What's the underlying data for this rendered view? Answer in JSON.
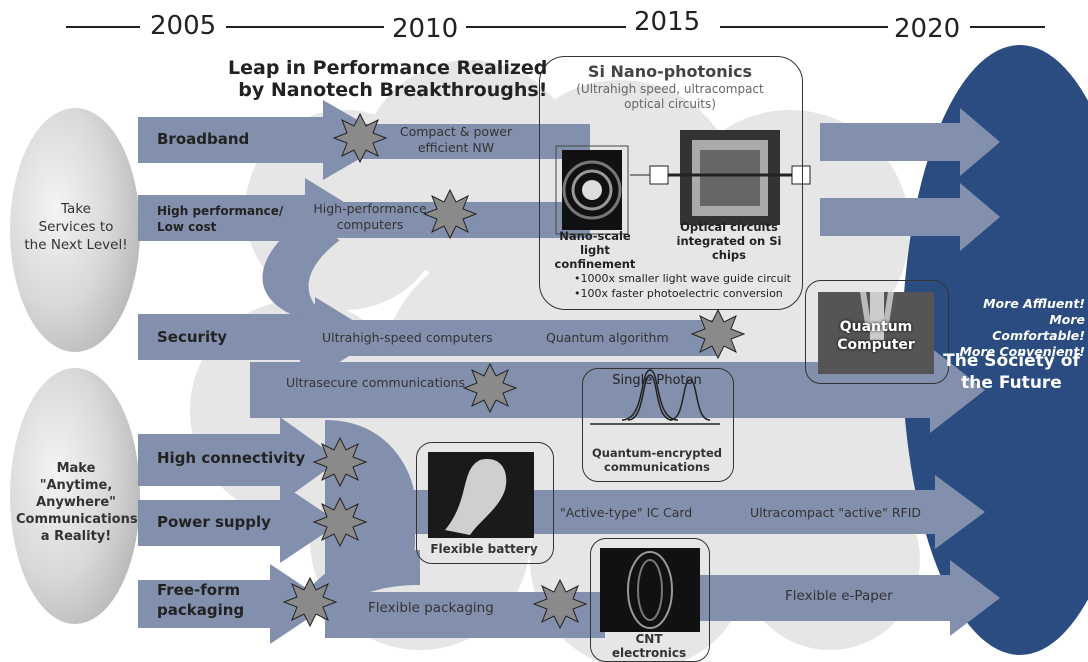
{
  "timeline": {
    "years": [
      "2005",
      "2010",
      "2015",
      "2020"
    ]
  },
  "headline": {
    "line1": "Leap in Performance Realized",
    "line2": "by Nanotech Breakthroughs!"
  },
  "goals": {
    "take_services": "Take\nServices to\nthe Next Level!",
    "make_anytime": "Make\n\"Anytime,\nAnywhere\"\nCommunications\na Reality!"
  },
  "needs": {
    "broadband": "Broadband",
    "high_performance": "High performance/\nLow cost",
    "security": "Security",
    "high_connectivity": "High connectivity",
    "power_supply": "Power supply",
    "free_form": "Free-form\npackaging"
  },
  "flow_labels": {
    "compact_nw": "Compact & power\nefficient NW",
    "hp_computers": "High-performance\ncomputers",
    "ultrahigh_computers": "Ultrahigh-speed computers",
    "quantum_algorithm": "Quantum algorithm",
    "ultrasecure": "Ultrasecure communications",
    "active_ic": "\"Active-type\" IC Card",
    "ultracompact_rfid": "Ultracompact \"active\" RFID",
    "flexible_packaging": "Flexible packaging",
    "flexible_epaper": "Flexible e-Paper"
  },
  "si_box": {
    "title": "Si Nano-photonics",
    "subtitle": "(Ultrahigh speed, ultracompact\noptical circuits)",
    "caption_left": "Nano-scale\nlight confinement",
    "caption_right": "Optical circuits\nintegrated on Si\nchips",
    "bullet1": "•1000x smaller light wave guide circuit",
    "bullet2": "•100x faster photoelectric conversion"
  },
  "quantum_box": {
    "label": "Quantum\nComputer"
  },
  "photon_box": {
    "title": "Single Photon",
    "caption": "Quantum-encrypted\ncommunications"
  },
  "battery_box": {
    "caption": "Flexible battery"
  },
  "cnt_box": {
    "caption": "CNT\nelectronics"
  },
  "future": {
    "tagline": "More Affluent!\nMore Comfortable!\nMore Convenient!",
    "title": "The Society of\nthe Future"
  },
  "colors": {
    "arrow": "#8390ad",
    "future": "#2b4c80",
    "cloud": "#e5e5e5",
    "burst": "#8a8a8a"
  }
}
